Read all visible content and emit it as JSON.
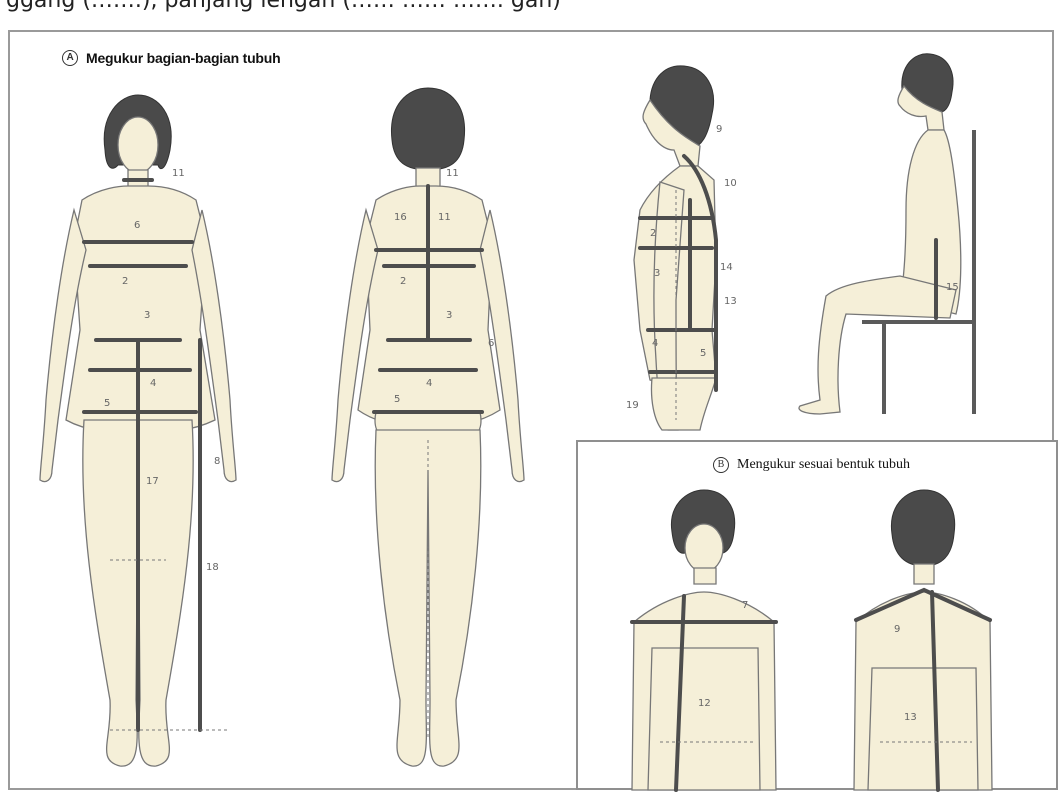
{
  "top_caption": "ggang (…….), panjang lengan (…… …… ……. gan)",
  "section_a": {
    "marker": "A",
    "title": "Megukur bagian-bagian tubuh"
  },
  "section_b": {
    "marker": "B",
    "title": "Mengukur sesuai bentuk tubuh"
  },
  "labels_front": [
    "11",
    "6",
    "2",
    "3",
    "4",
    "5",
    "17",
    "18",
    "8"
  ],
  "labels_back": [
    "11",
    "16",
    "11",
    "2",
    "3",
    "6",
    "4",
    "5"
  ],
  "labels_side": [
    "9",
    "10",
    "2",
    "3",
    "14",
    "13",
    "4",
    "5",
    "19"
  ],
  "labels_seated": [
    "15"
  ],
  "labels_b_front": [
    "7",
    "12"
  ],
  "labels_b_back": [
    "9",
    "13"
  ],
  "colors": {
    "skin": "#f5efd8",
    "hair": "#4a4a4a",
    "measure": "#4d4d4d",
    "outline": "#777777"
  }
}
